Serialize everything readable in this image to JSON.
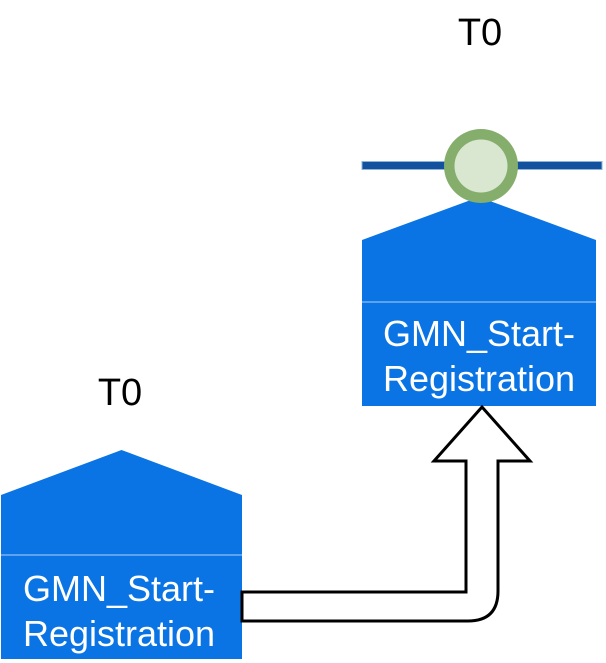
{
  "diagram": {
    "kind": "event-flow-timeline-diagram",
    "background": "#ffffff",
    "colors": {
      "node_fill": "#0b74e5",
      "node_divider": "rgba(255,255,255,0.45)",
      "node_text": "#ffffff",
      "time_label_text": "#000000",
      "timeline_line": "#11519e",
      "timeline_line_edge": "#8fb4da",
      "milestone_ring": "#85ae6c",
      "milestone_fill": "#d9e7d1",
      "connector_stroke": "#000000",
      "connector_fill": "#ffffff"
    },
    "nodes": [
      {
        "id": "source-event",
        "time_label": "T0",
        "label_line1": "GMN_Start-",
        "label_line2": "Registration"
      },
      {
        "id": "target-event",
        "time_label": "T0",
        "label_line1": "GMN_Start-",
        "label_line2": "Registration"
      }
    ],
    "icons": [
      {
        "name": "milestone-circle-icon"
      },
      {
        "name": "elbow-arrow-icon"
      }
    ]
  }
}
